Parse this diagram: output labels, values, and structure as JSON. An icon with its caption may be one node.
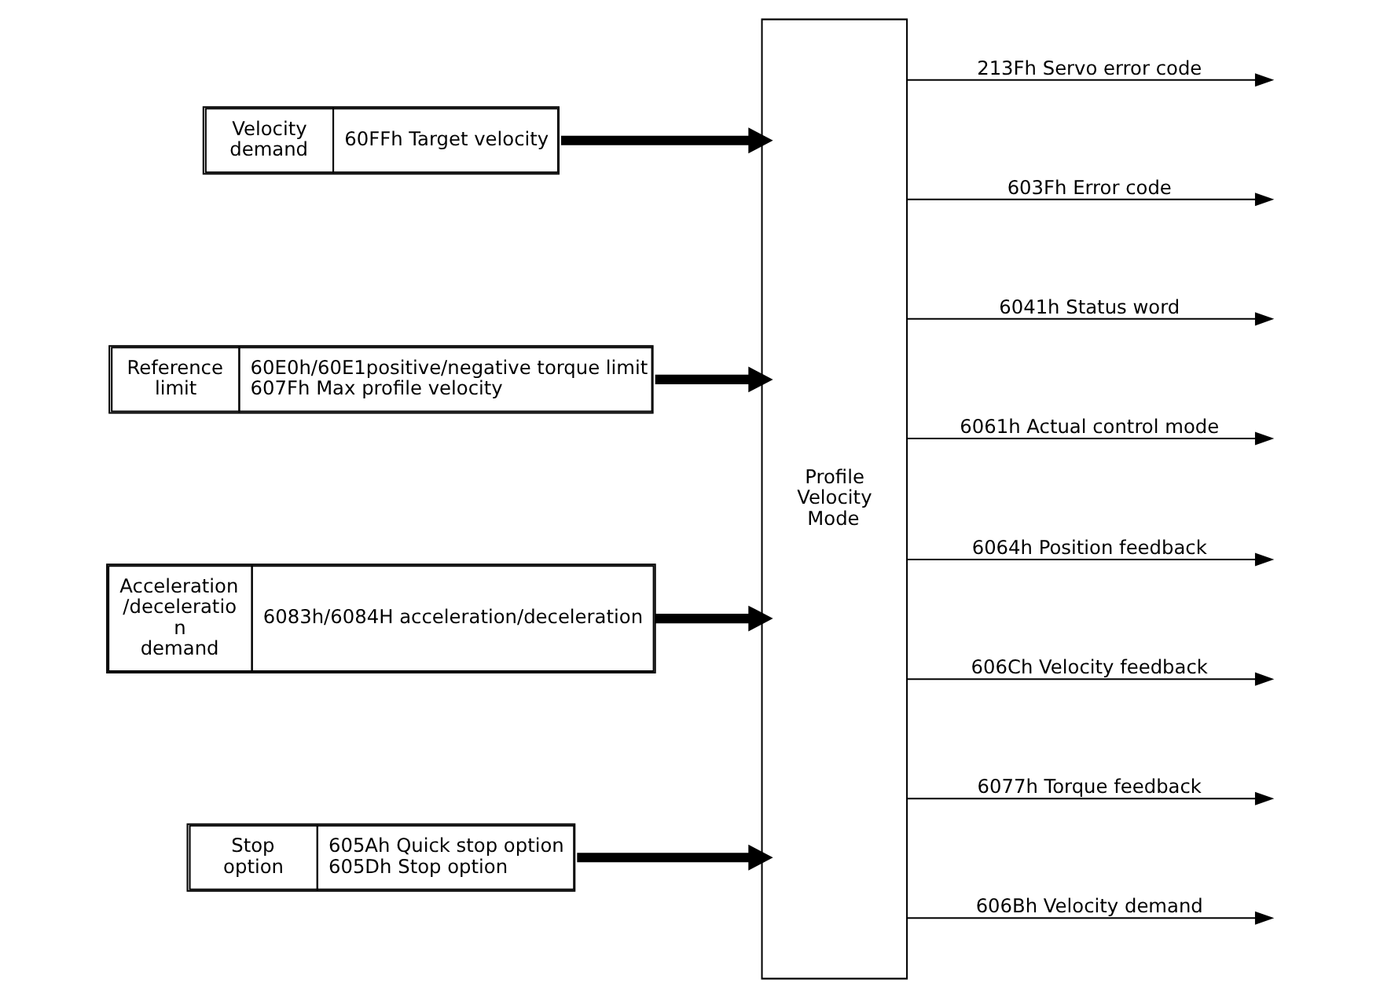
{
  "diagram": {
    "nodes": [
      {
        "text": [
          "Velocity demand",
          "60FFh Target velocity"
        ]
      },
      {
        "text": [
          "Reference limit",
          "60E0h/60E1positive/negative torque limit",
          "607Fh Max profile velocity"
        ]
      },
      {
        "text": [
          "Acceleration /deceleratio n demand",
          "6083h/6084H acceleration/deceleration"
        ]
      },
      {
        "text": [
          "Stop option",
          "605Ah Quick stop option",
          "605Dh Stop option"
        ]
      },
      {
        "text": [
          "Profile Velocity Mode"
        ]
      }
    ],
    "edges": [
      {
        "from": 0,
        "to": 4,
        "arrow": "to",
        "style": "thick"
      },
      {
        "from": 1,
        "to": 4,
        "arrow": "to",
        "style": "thick"
      },
      {
        "from": 2,
        "to": 4,
        "arrow": "to",
        "style": "thick"
      },
      {
        "from": 3,
        "to": 4,
        "arrow": "to",
        "style": "thick"
      },
      {
        "from": 4,
        "to": null,
        "arrow": "to",
        "label": "213Fh Servo error code"
      },
      {
        "from": 4,
        "to": null,
        "arrow": "to",
        "label": "603Fh Error code"
      },
      {
        "from": 4,
        "to": null,
        "arrow": "to",
        "label": "6041h Status word"
      },
      {
        "from": 4,
        "to": null,
        "arrow": "to",
        "label": "6061h Actual control mode"
      },
      {
        "from": 4,
        "to": null,
        "arrow": "to",
        "label": "6064h Position feedback"
      },
      {
        "from": 4,
        "to": null,
        "arrow": "to",
        "label": "606Ch Velocity feedback"
      },
      {
        "from": 4,
        "to": null,
        "arrow": "to",
        "label": "6077h Torque feedback"
      },
      {
        "from": 4,
        "to": null,
        "arrow": "to",
        "label": "606Bh Velocity demand"
      }
    ]
  }
}
